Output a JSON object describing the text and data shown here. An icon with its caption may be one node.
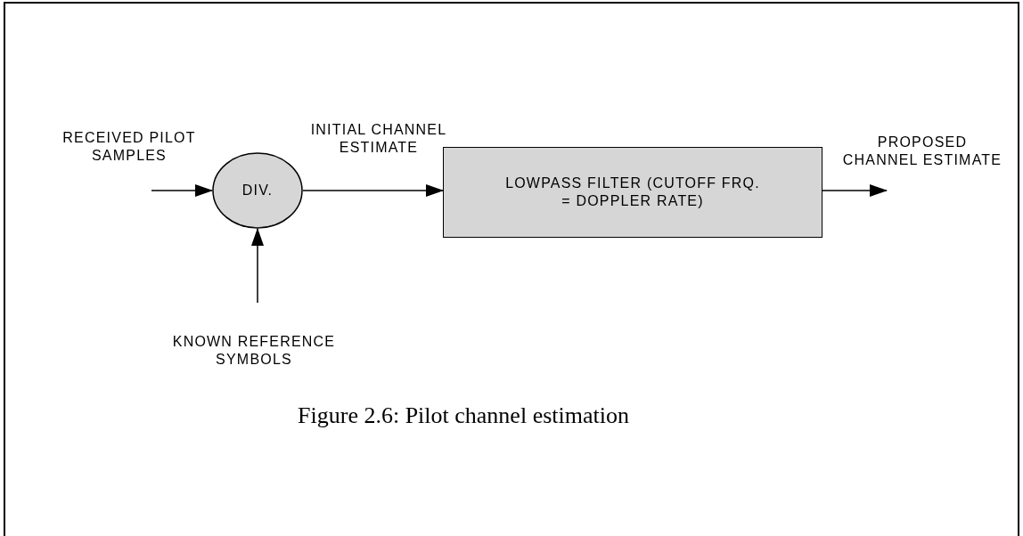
{
  "diagram": {
    "caption": "Figure 2.6: Pilot channel estimation",
    "nodes": [
      {
        "text": [
          "DIV."
        ]
      },
      {
        "text": [
          "LOWPASS FILTER (CUTOFF FRQ. = DOPPLER RATE)"
        ]
      },
      {
        "text": [
          "KNOWN REFERENCE SYMBOLS"
        ]
      }
    ],
    "edges": [
      {
        "from": null,
        "to": 0,
        "arrow": "to",
        "label": "RECEIVED PILOT SAMPLES"
      },
      {
        "from": 2,
        "to": 0,
        "arrow": "to"
      },
      {
        "from": 0,
        "to": 1,
        "arrow": "to",
        "label": "INITIAL CHANNEL ESTIMATE"
      },
      {
        "from": 1,
        "to": null,
        "arrow": "to",
        "label": "PROPOSED CHANNEL ESTIMATE"
      }
    ]
  }
}
